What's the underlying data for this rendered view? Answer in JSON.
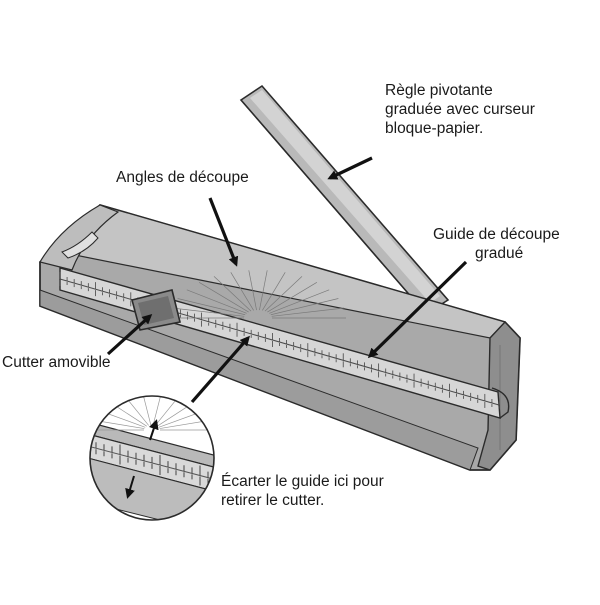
{
  "labels": {
    "ruler": [
      "Règle pivotante",
      "graduée avec curseur",
      "bloque-papier."
    ],
    "angles": "Angles de découpe",
    "guide": [
      "Guide de découpe",
      "gradué"
    ],
    "cutter": "Cutter amovible",
    "instruction": [
      "Écarter le guide ici pour",
      "retirer le cutter."
    ]
  },
  "colors": {
    "body_fill": "#a9a9a9",
    "body_dark": "#8e8e8e",
    "body_light": "#c9c9c9",
    "track_fill": "#d6d6d6",
    "outline": "#2b2b2b",
    "arrow": "#111111"
  }
}
